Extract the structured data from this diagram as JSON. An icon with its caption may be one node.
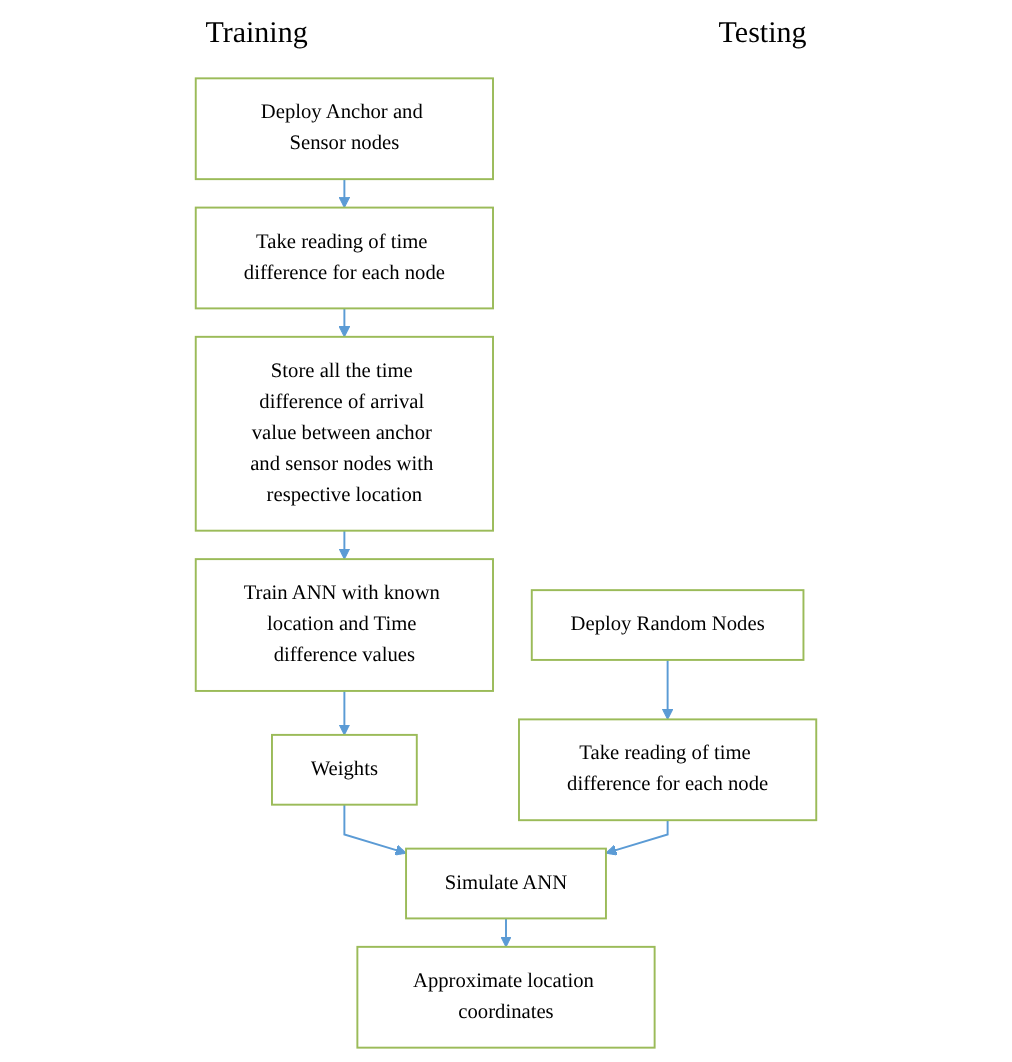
{
  "diagram": {
    "nodes": [
      {
        "text": [
          "Deploy Anchor and Sensor nodes"
        ]
      },
      {
        "text": [
          "Take reading of time difference for each node"
        ]
      },
      {
        "text": [
          "Store all the time difference of arrival value between anchor and sensor nodes with respective location"
        ]
      },
      {
        "text": [
          "Train ANN with known location and Time difference values"
        ]
      },
      {
        "text": [
          "Weights"
        ]
      },
      {
        "text": [
          "Deploy Random Nodes"
        ]
      },
      {
        "text": [
          "Take reading of time difference for each node"
        ]
      },
      {
        "text": [
          "Simulate ANN"
        ]
      },
      {
        "text": [
          "Approximate location coordinates"
        ]
      }
    ],
    "edges": [
      {
        "from": 0,
        "to": 1,
        "arrow": "to"
      },
      {
        "from": 1,
        "to": 2,
        "arrow": "to"
      },
      {
        "from": 2,
        "to": 3,
        "arrow": "to"
      },
      {
        "from": 3,
        "to": 4,
        "arrow": "to"
      },
      {
        "from": 4,
        "to": 7,
        "arrow": "to"
      },
      {
        "from": 5,
        "to": 6,
        "arrow": "to"
      },
      {
        "from": 6,
        "to": 7,
        "arrow": "to"
      },
      {
        "from": 7,
        "to": 8,
        "arrow": "to"
      }
    ],
    "labels": [
      "Training",
      "Testing"
    ]
  }
}
